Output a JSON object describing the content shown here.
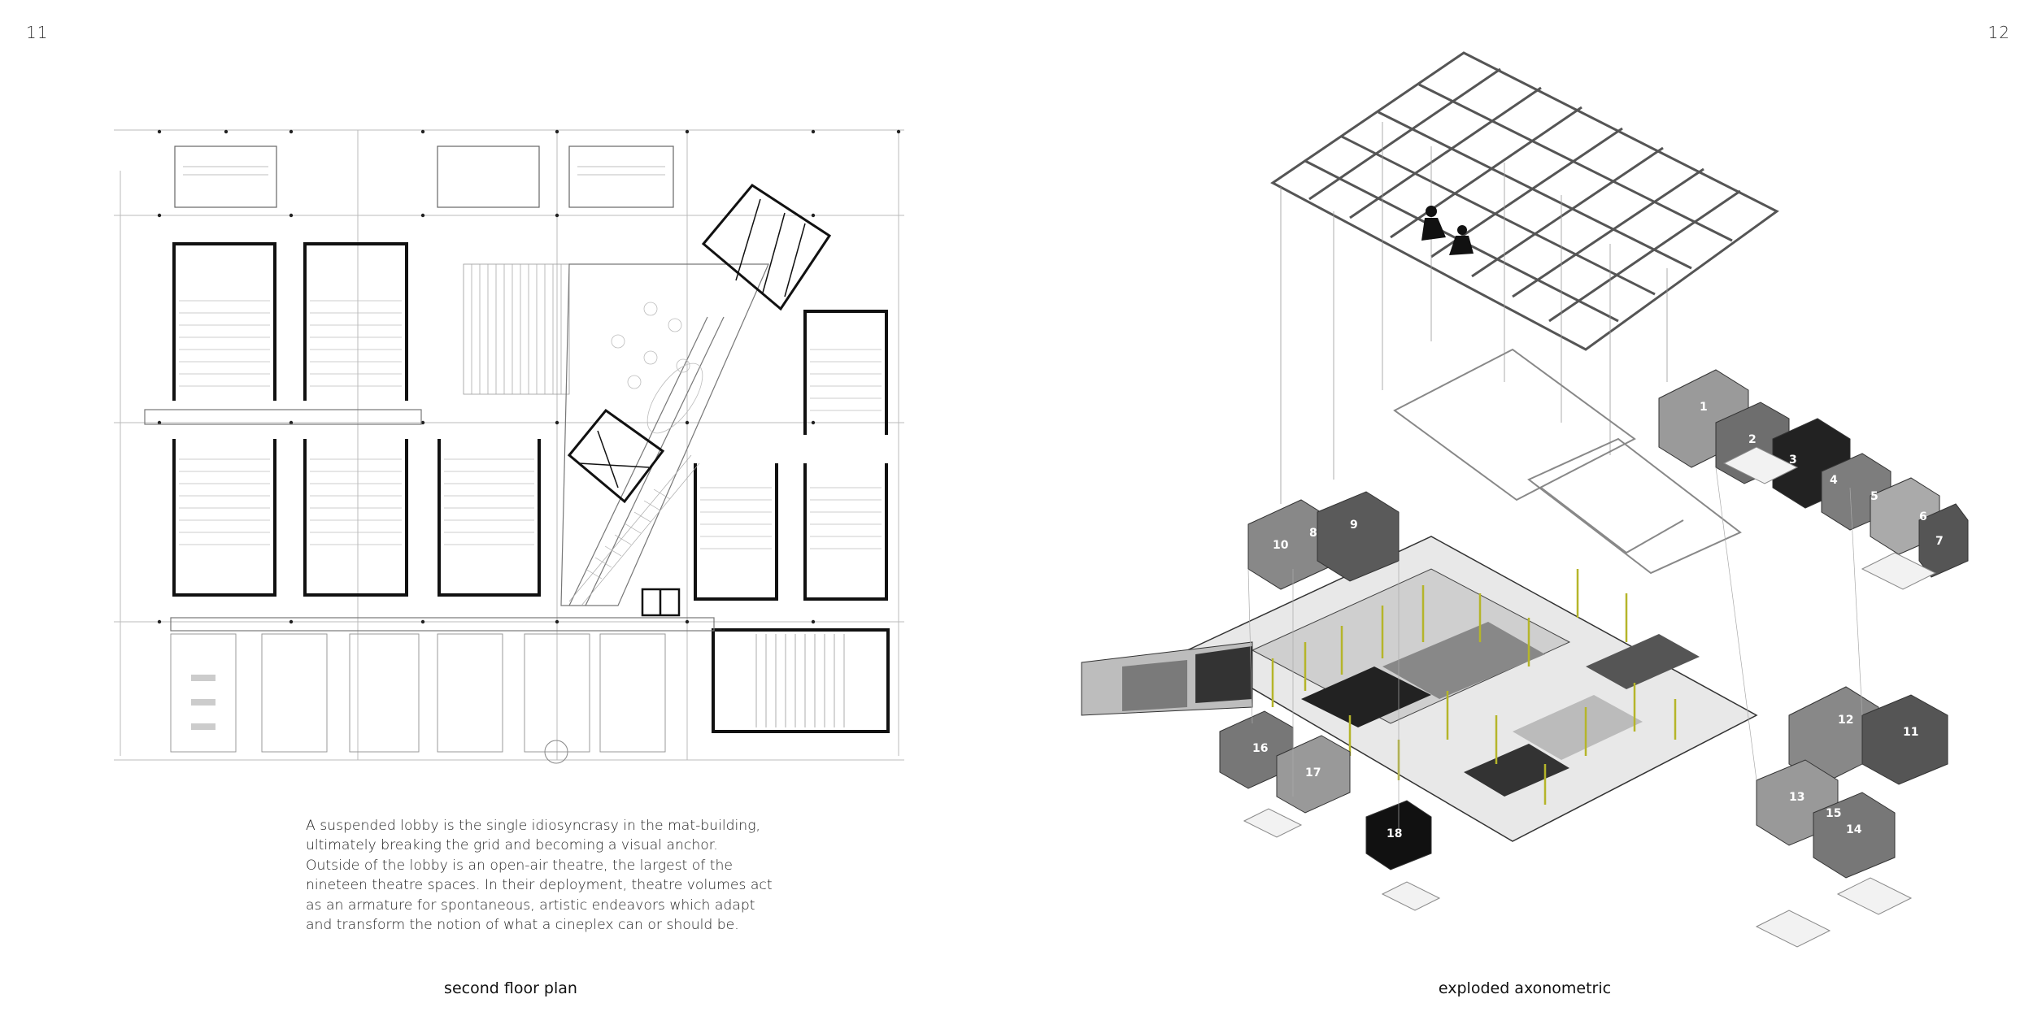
{
  "pages": {
    "left_number": "11",
    "right_number": "12"
  },
  "left_page": {
    "caption": "second floor plan",
    "description_lines": [
      "A suspended lobby is the single idiosyncrasy in the mat-building,",
      "ultimately breaking the grid and becoming a visual anchor.",
      "Outside of the lobby is an open-air theatre, the largest of the",
      "nineteen theatre spaces. In their deployment, theatre volumes act",
      "as an armature for spontaneous, artistic endeavors which adapt",
      "and transform the notion of what a cineplex can or should be."
    ]
  },
  "right_page": {
    "caption": "exploded axonometric",
    "theatre_labels": [
      "1",
      "2",
      "3",
      "4",
      "5",
      "6",
      "7",
      "8",
      "9",
      "10",
      "11",
      "12",
      "13",
      "14",
      "15",
      "16",
      "17",
      "18"
    ]
  },
  "colors": {
    "ink": "#111111",
    "accent_columns": "#b5b52a"
  }
}
